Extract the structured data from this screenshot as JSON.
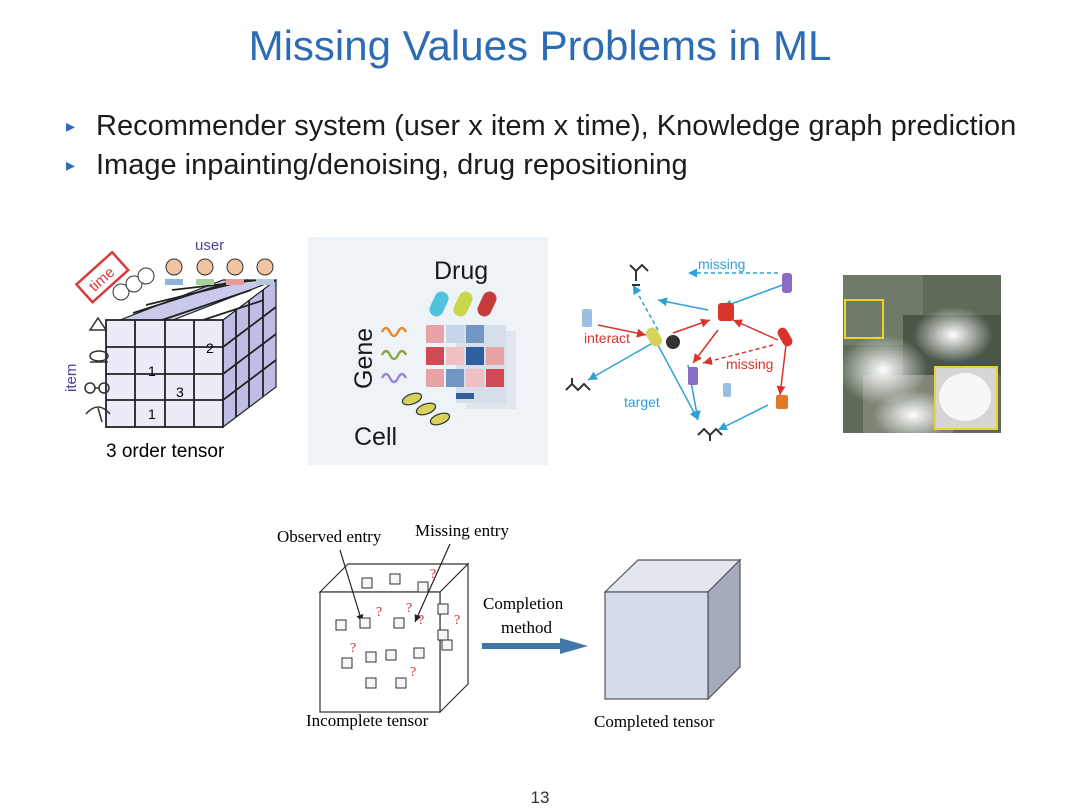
{
  "slide": {
    "title": "Missing Values Problems in ML",
    "bullets": [
      {
        "marker": "▸",
        "text": "Recommender system (user x item x time), Knowledge graph prediction"
      },
      {
        "marker": "▸",
        "text": "Image inpainting/denoising, drug repositioning"
      }
    ],
    "page_number": "13"
  },
  "tensor_figure": {
    "user_label": "user",
    "time_label": "time",
    "item_label": "item",
    "cell_values": [
      "2",
      "1",
      "3",
      "1"
    ],
    "caption": "3 order tensor"
  },
  "drug_gene_figure": {
    "drug_label": "Drug",
    "gene_label": "Gene",
    "cell_label": "Cell"
  },
  "knowledge_graph_figure": {
    "missing_top": "missing",
    "missing_mid": "missing",
    "interact": "interact",
    "target": "target"
  },
  "completion_figure": {
    "observed_entry": "Observed entry",
    "missing_entry": "Missing entry",
    "method": [
      "Completion",
      "method"
    ],
    "incomplete": "Incomplete tensor",
    "completed": "Completed tensor",
    "question_mark": "?"
  }
}
